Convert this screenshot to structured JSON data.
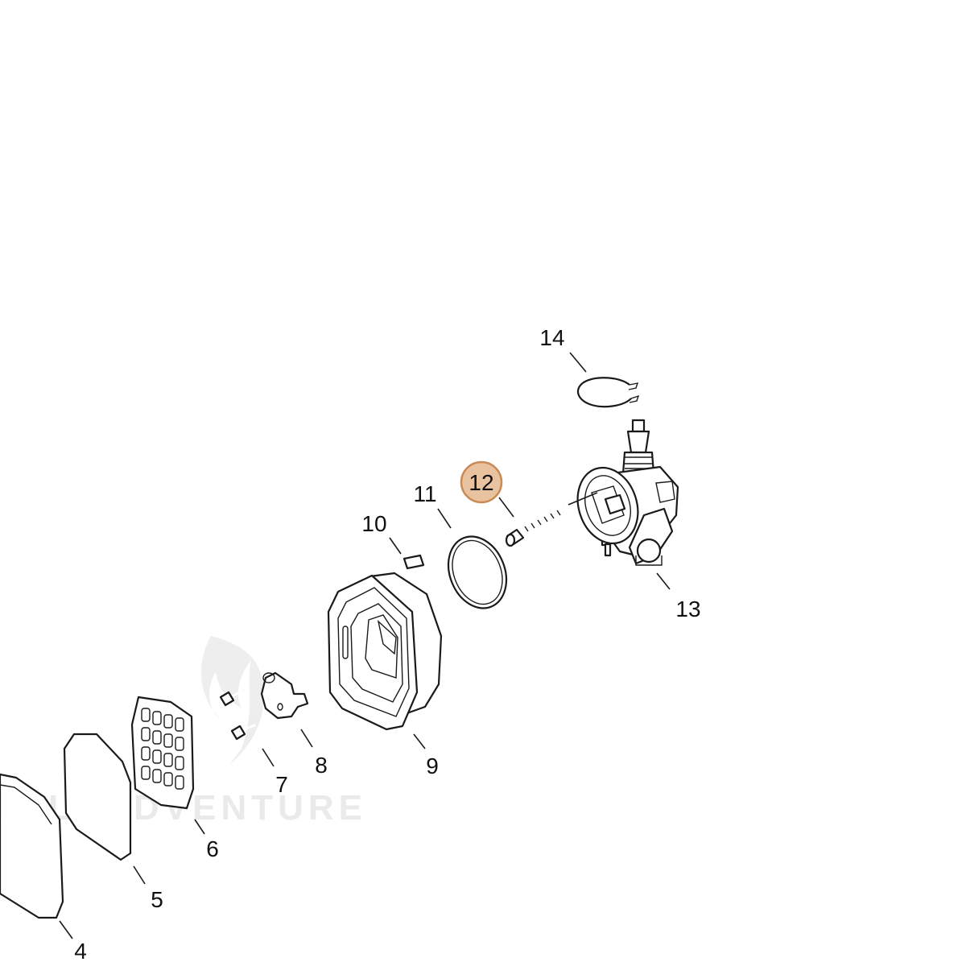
{
  "diagram": {
    "watermark_text": "LEADVENTURE",
    "highlight_color": "#e9c2a0",
    "highlight_stroke": "#c98a55",
    "callouts": [
      {
        "id": "4",
        "label": "4"
      },
      {
        "id": "5",
        "label": "5"
      },
      {
        "id": "6",
        "label": "6"
      },
      {
        "id": "7",
        "label": "7"
      },
      {
        "id": "8",
        "label": "8"
      },
      {
        "id": "9",
        "label": "9"
      },
      {
        "id": "10",
        "label": "10"
      },
      {
        "id": "11",
        "label": "11"
      },
      {
        "id": "12",
        "label": "12",
        "highlighted": true
      },
      {
        "id": "13",
        "label": "13"
      },
      {
        "id": "14",
        "label": "14"
      }
    ]
  }
}
